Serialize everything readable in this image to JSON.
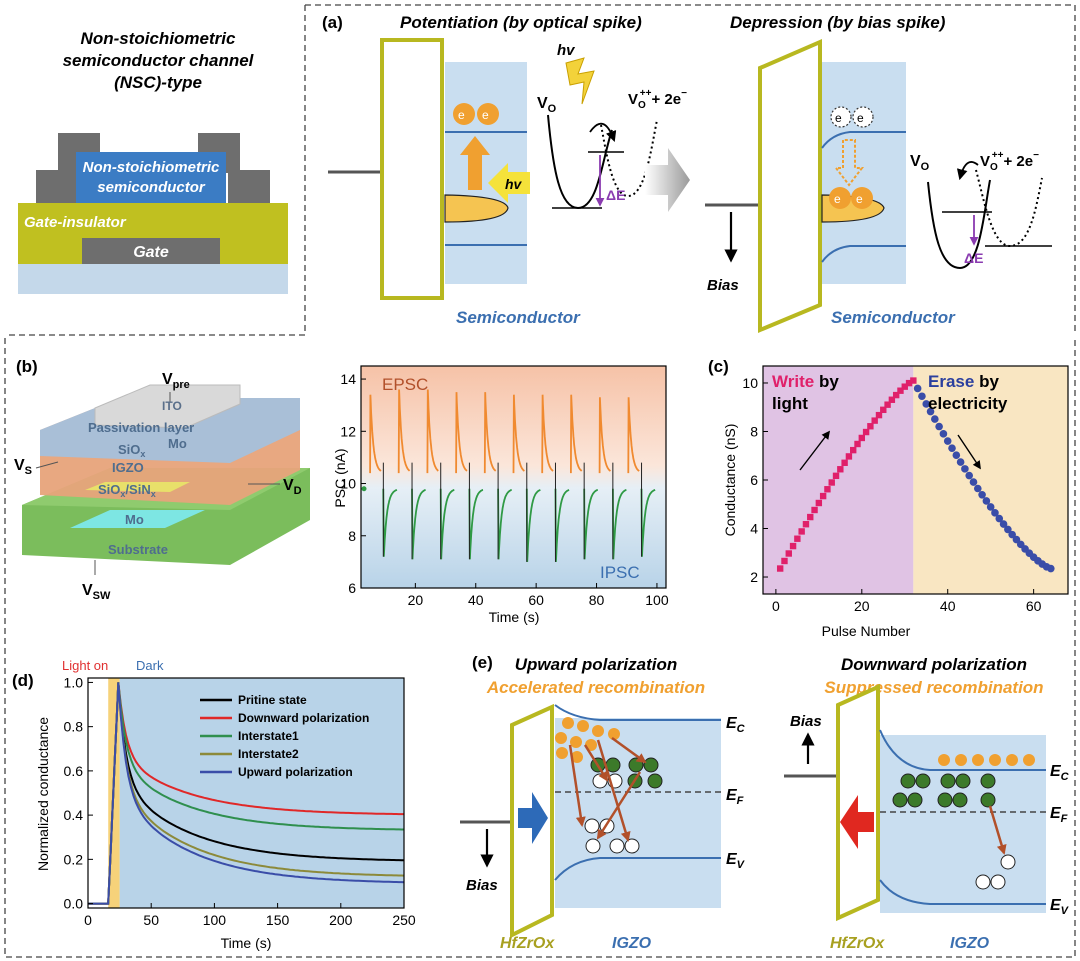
{
  "nsc": {
    "title_line1": "Non-stoichiometric",
    "title_line2": "semiconductor channel",
    "title_line3": "(NSC)-type",
    "semiconductor_line1": "Non-stoichiometric",
    "semiconductor_line2": "semiconductor",
    "gate_insulator": "Gate-insulator",
    "gate": "Gate"
  },
  "panel_a": {
    "label": "(a)",
    "potentiation_title": "Potentiation (by optical spike)",
    "depression_title": "Depression (by bias spike)",
    "hv": "hv",
    "vo": "V",
    "vo_sub": "O",
    "vo_plus": "V",
    "vo_plus_sub": "O",
    "vo_plus_sup": "++",
    "plus_2e": "+ 2e",
    "electron": "e",
    "minus": "−",
    "delta_e": "ΔE",
    "bias": "Bias",
    "semiconductor": "Semiconductor"
  },
  "panel_b": {
    "label": "(b)",
    "v_pre": "V",
    "v_pre_sub": "pre",
    "v_s": "V",
    "v_s_sub": "S",
    "v_d": "V",
    "v_d_sub": "D",
    "v_sw": "V",
    "v_sw_sub": "SW",
    "ito": "ITO",
    "passivation": "Passivation layer",
    "siox": "SiO",
    "siox_sub": "x",
    "mo_top": "Mo",
    "igzo": "IGZO",
    "siox_sinx_a": "SiO",
    "siox_sinx_b": "/SiN",
    "x_sub": "x",
    "mo_bottom": "Mo",
    "substrate": "Substrate"
  },
  "psc_chart": {
    "type": "line",
    "ylabel": "PSC (nA)",
    "xlabel": "Time (s)",
    "xlim": [
      2,
      103
    ],
    "ylim": [
      6,
      14.5
    ],
    "xticks": [
      20,
      40,
      60,
      80,
      100
    ],
    "yticks": [
      6,
      8,
      10,
      12,
      14
    ],
    "epsc": "EPSC",
    "ipsc": "IPSC",
    "pulse_times": [
      5,
      14.5,
      24,
      33.5,
      43,
      52.5,
      62,
      71.5,
      81,
      90.5
    ],
    "peaks": [
      13.4,
      13.6,
      13.6,
      13.5,
      13.5,
      13.4,
      13.4,
      13.4,
      13.3,
      13.3
    ],
    "troughs": [
      7.2,
      7.1,
      7.1,
      7.1,
      7.1,
      7.0,
      7.0,
      7.1,
      7.1,
      7.2
    ],
    "baseline_high": 10.4,
    "baseline_low": 9.8
  },
  "panel_c": {
    "label": "(c)",
    "type": "scatter",
    "write_word": "Write",
    "write_by": "by",
    "write_line2": "light",
    "erase_word": "Erase",
    "erase_by": "by",
    "erase_line2": "electricity",
    "ylabel": "Conductance (nS)",
    "xlabel": "Pulse Number",
    "xlim": [
      -3,
      68
    ],
    "ylim": [
      1.3,
      10.7
    ],
    "xticks": [
      0,
      20,
      40,
      60
    ],
    "yticks": [
      2,
      4,
      6,
      8,
      10
    ],
    "write_start": 2.35,
    "write_end": 10.1,
    "erase_end": 2.35,
    "pulses": 32
  },
  "panel_d": {
    "label": "(d)",
    "type": "line",
    "light_on": "Light on",
    "dark": "Dark",
    "ylabel": "Normalized conductance",
    "xlabel": "Time (s)",
    "xlim": [
      0,
      250
    ],
    "ylim": [
      -0.02,
      1.02
    ],
    "xticks": [
      0,
      50,
      100,
      150,
      200,
      250
    ],
    "yticks": [
      0.0,
      0.2,
      0.4,
      0.6,
      0.8,
      1.0
    ],
    "light_start": 16,
    "light_end": 25,
    "series": [
      {
        "name": "Pritine state",
        "color": "#000000",
        "end": 0.19,
        "mid": 0.27
      },
      {
        "name": "Downward polarization",
        "color": "#e02828",
        "end": 0.4,
        "mid": 0.46
      },
      {
        "name": "Interstate1",
        "color": "#2f8f4e",
        "end": 0.33,
        "mid": 0.42
      },
      {
        "name": "Interstate2",
        "color": "#8c8a3a",
        "end": 0.12,
        "mid": 0.22
      },
      {
        "name": "Upward polarization",
        "color": "#3a4da8",
        "end": 0.09,
        "mid": 0.15
      }
    ]
  },
  "panel_e": {
    "label": "(e)",
    "up_title": "Upward polarization",
    "up_subtitle": "Accelerated recombination",
    "down_title": "Downward polarization",
    "down_subtitle": "Suppressed recombination",
    "ec": "E",
    "ec_sub": "C",
    "ef": "E",
    "ef_sub": "F",
    "ev": "E",
    "ev_sub": "V",
    "bias": "Bias",
    "hfzrox": "HfZrOx",
    "igzo": "IGZO"
  },
  "colors": {
    "olive": "#b8b820",
    "steel": "#3b6fb0",
    "orange": "#f0a030",
    "lightblue": "#c9def0"
  }
}
